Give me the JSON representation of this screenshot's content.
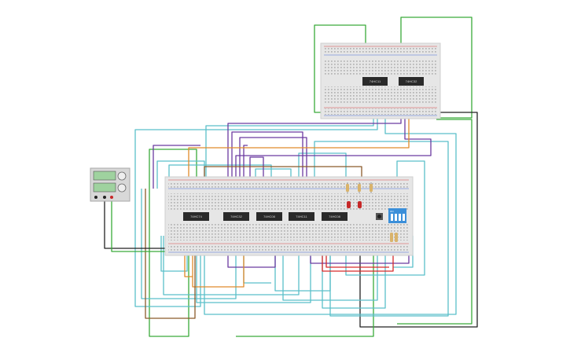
{
  "colors": {
    "background": "#ffffff",
    "breadboard": "#e6e6e6",
    "breadboard_edge": "#cfcfcf",
    "hole": "#9a9a9a",
    "rail_red": "#d64545",
    "rail_blue": "#4a6fd6",
    "chip": "#2a2a2a",
    "wire_green": "#3aaa3a",
    "wire_cyan": "#5bbfc9",
    "wire_purple": "#6b3aa0",
    "wire_orange": "#e08a2a",
    "wire_brown": "#8b5a2b",
    "wire_black": "#222222",
    "wire_red": "#d62a2a",
    "led_red": "#c62828",
    "dip_switch": "#3b8fd9",
    "psu_body": "#d8d8d8"
  },
  "breadboard_top": {
    "chips": [
      {
        "label": "74HC11"
      },
      {
        "label": "74HC32"
      }
    ]
  },
  "breadboard_main": {
    "chips": [
      {
        "label": "74HC74"
      },
      {
        "label": "74HC32"
      },
      {
        "label": "74HC08"
      },
      {
        "label": "74HC11"
      },
      {
        "label": "74HC08"
      }
    ],
    "dip_switch": {
      "label": "ON",
      "positions": 4
    }
  },
  "power_supply": {
    "icon": "power-supply-icon"
  }
}
